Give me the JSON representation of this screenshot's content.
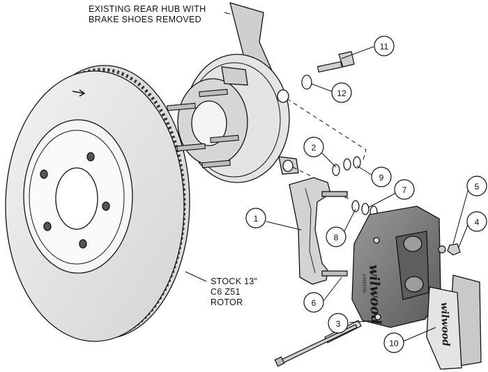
{
  "labels": {
    "hub_line1": "EXISTING REAR HUB WITH",
    "hub_line2": "BRAKE SHOES REMOVED",
    "rotor_line1": "STOCK 13\"",
    "rotor_line2": "C6 Z51",
    "rotor_line3": "ROTOR"
  },
  "branding": {
    "caliper_logo": "wilwood",
    "pad_logo": "wilwood",
    "caliper_sub": "4 PISTON"
  },
  "callouts": {
    "c1": "1",
    "c2": "2",
    "c3": "3",
    "c4": "4",
    "c5": "5",
    "c6": "6",
    "c7": "7",
    "c8": "8",
    "c9": "9",
    "c10": "10",
    "c11": "11",
    "c12": "12"
  },
  "colors": {
    "line": "#111111",
    "rotor_face": "#e6e6e6",
    "hub_face": "#cfcfcf",
    "caliper": "#777777",
    "pad": "#d9d9d9"
  }
}
